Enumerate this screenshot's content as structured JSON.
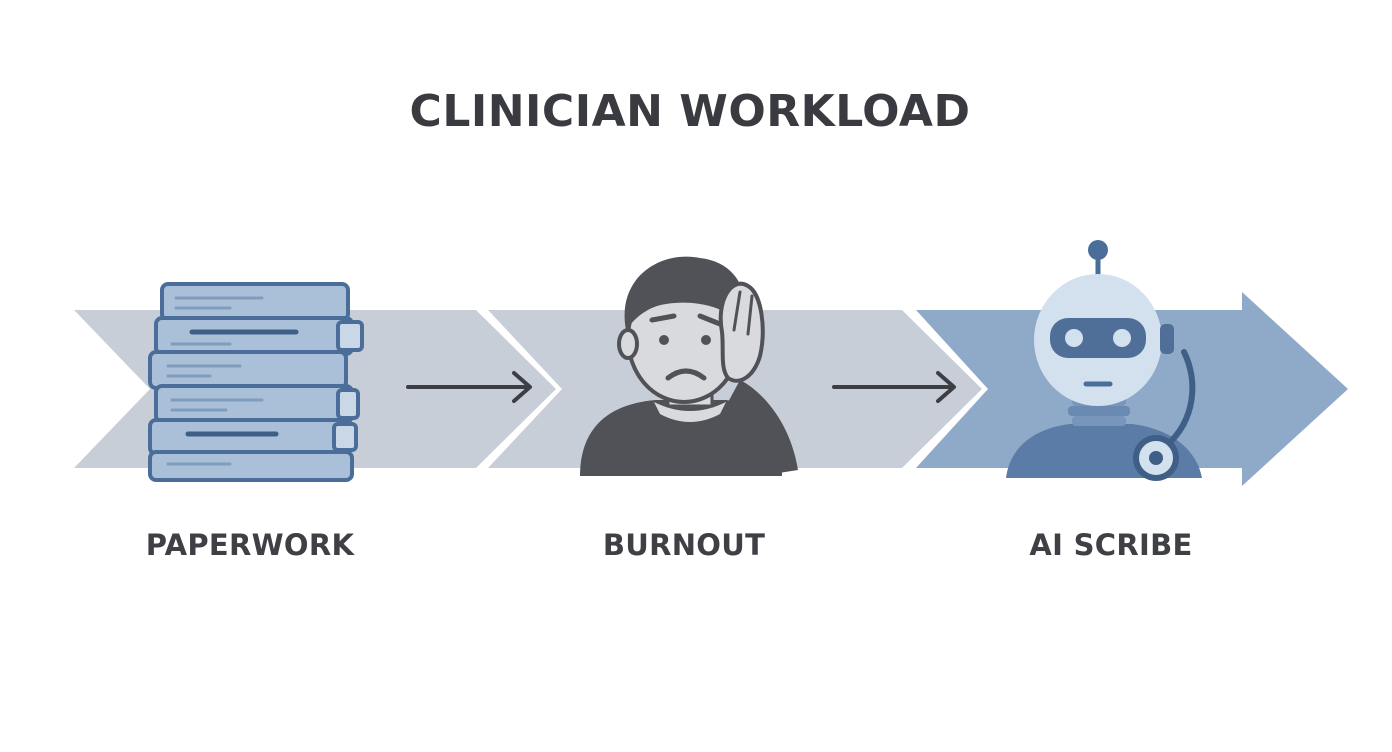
{
  "title": "CLINICIAN WORKLOAD",
  "stages": [
    {
      "label": "PAPERWORK",
      "icon": "book-stack-icon"
    },
    {
      "label": "BURNOUT",
      "icon": "stressed-person-icon"
    },
    {
      "label": "AI SCRIBE",
      "icon": "robot-headset-icon"
    }
  ],
  "colors": {
    "chevron_light": "#c8ced8",
    "chevron_accent": "#8fa9c8",
    "book_dark": "#4a6e99",
    "book_light": "#aac0d9",
    "person_dark": "#505258",
    "text": "#3a3b40"
  }
}
